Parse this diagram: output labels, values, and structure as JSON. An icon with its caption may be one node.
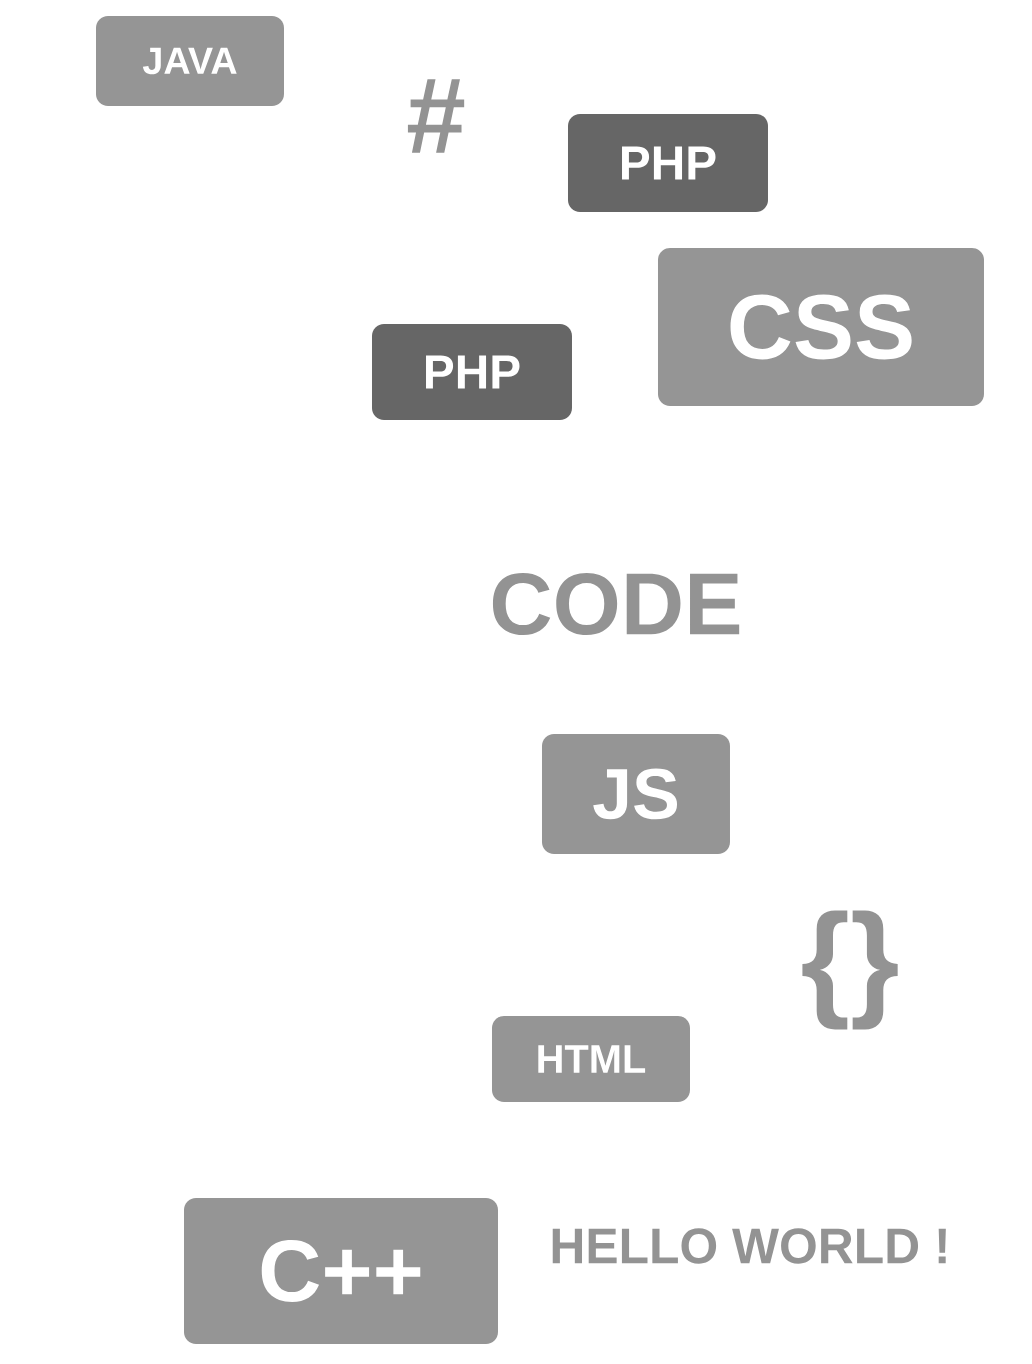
{
  "diagram": {
    "nodes": [
      {
        "text": [
          "JAVA"
        ]
      },
      {
        "text": [
          "PHP"
        ]
      },
      {
        "text": [
          "CSS"
        ]
      },
      {
        "text": [
          "PHP"
        ]
      },
      {
        "text": [
          "JS"
        ]
      },
      {
        "text": [
          "HTML"
        ]
      },
      {
        "text": [
          "C++"
        ]
      }
    ],
    "labels": [
      "#",
      "CODE",
      "{}",
      "HELLO WORLD !"
    ]
  }
}
